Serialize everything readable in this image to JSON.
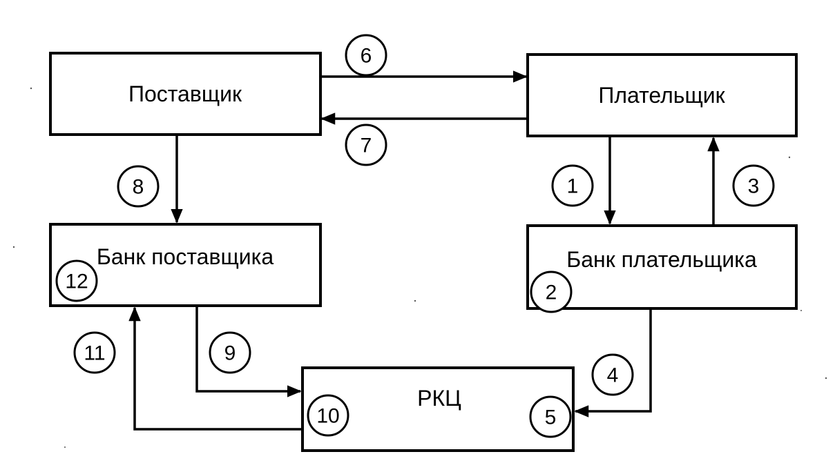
{
  "nodes": {
    "supplier": "Поставщик",
    "payer": "Плательщик",
    "supplier_bank": "Банк поставщика",
    "payer_bank": "Банк плательщика",
    "rkc": "РКЦ"
  },
  "steps": {
    "s1": "1",
    "s2": "2",
    "s3": "3",
    "s4": "4",
    "s5": "5",
    "s6": "6",
    "s7": "7",
    "s8": "8",
    "s9": "9",
    "s10": "10",
    "s11": "11",
    "s12": "12"
  },
  "colors": {
    "stroke": "#000000",
    "background": "#ffffff"
  }
}
